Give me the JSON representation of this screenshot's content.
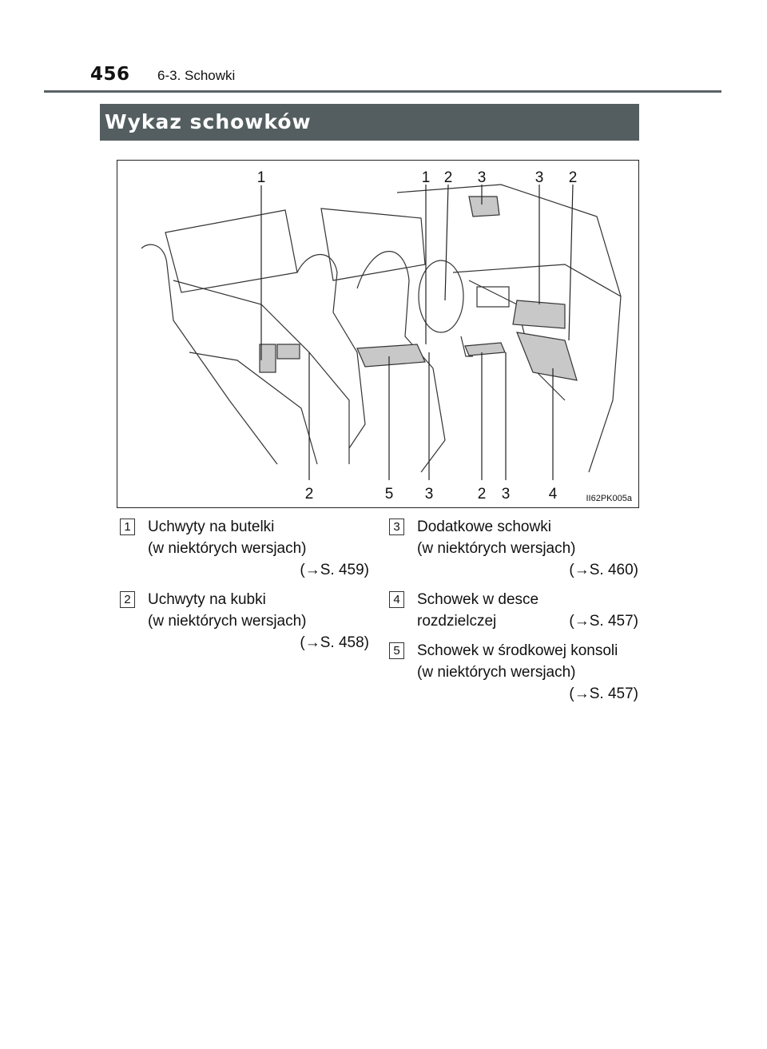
{
  "header": {
    "page_number": "456",
    "section": "6-3. Schowki"
  },
  "title": "Wykaz schowków",
  "figure": {
    "code": "II62PK005a",
    "callouts_top": [
      "1",
      "1",
      "2",
      "3",
      "3",
      "2"
    ],
    "callouts_bottom": [
      "2",
      "5",
      "3",
      "2",
      "3",
      "4"
    ]
  },
  "legend": {
    "items": [
      {
        "num": "1",
        "line1": "Uchwyty na butelki",
        "line2": "(w niektórych wersjach)",
        "ref": "(→S. 459)"
      },
      {
        "num": "2",
        "line1": "Uchwyty na kubki",
        "line2": "(w niektórych wersjach)",
        "ref": "(→S. 458)"
      },
      {
        "num": "3",
        "line1": "Dodatkowe schowki",
        "line2": "(w niektórych wersjach)",
        "ref": "(→S. 460)"
      },
      {
        "num": "4",
        "line1": "Schowek w desce",
        "line2": "rozdzielczej",
        "ref": "(→S. 457)"
      },
      {
        "num": "5",
        "line1": "Schowek w środkowej konsoli",
        "line2": "(w niektórych wersjach)",
        "ref": "(→S. 457)"
      }
    ]
  }
}
